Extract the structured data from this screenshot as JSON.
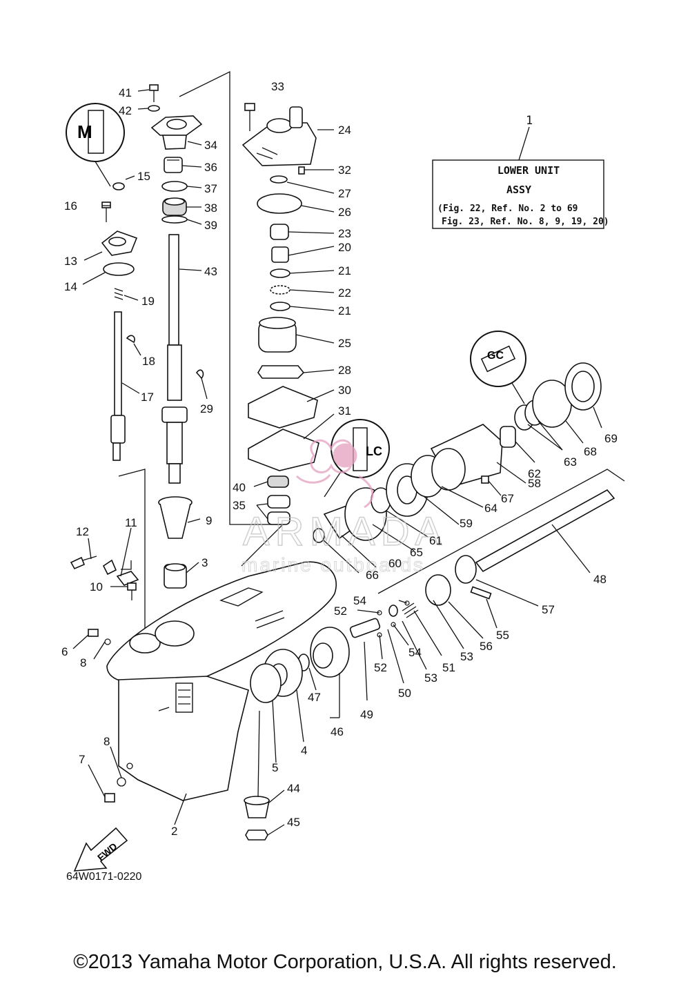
{
  "assembly_note": {
    "ref": "1",
    "line1": "LOWER UNIT",
    "line2": "ASSY",
    "line3": "(Fig. 22, Ref. No. 2 to 69",
    "line4": "Fig. 23, Ref. No. 8, 9, 19, 20)"
  },
  "callouts": {
    "c2": "2",
    "c3": "3",
    "c4": "4",
    "c5": "5",
    "c6": "6",
    "c7": "7",
    "c8a": "8",
    "c8b": "8",
    "c9": "9",
    "c10": "10",
    "c11": "11",
    "c12": "12",
    "c13": "13",
    "c14": "14",
    "c15": "15",
    "c16": "16",
    "c17": "17",
    "c18": "18",
    "c19": "19",
    "c20": "20",
    "c21a": "21",
    "c21b": "21",
    "c22": "22",
    "c23": "23",
    "c24": "24",
    "c25": "25",
    "c26": "26",
    "c27": "27",
    "c28": "28",
    "c29": "29",
    "c30": "30",
    "c31": "31",
    "c32": "32",
    "c33": "33",
    "c34": "34",
    "c35": "35",
    "c36": "36",
    "c37": "37",
    "c38": "38",
    "c39": "39",
    "c40": "40",
    "c41": "41",
    "c42": "42",
    "c43": "43",
    "c44": "44",
    "c45": "45",
    "c46": "46",
    "c47": "47",
    "c48": "48",
    "c49": "49",
    "c50": "50",
    "c51": "51",
    "c52a": "52",
    "c52b": "52",
    "c53a": "53",
    "c53b": "53",
    "c54a": "54",
    "c54b": "54",
    "c55": "55",
    "c56": "56",
    "c57": "57",
    "c58": "58",
    "c59": "59",
    "c60": "60",
    "c61": "61",
    "c62": "62",
    "c63": "63",
    "c64": "64",
    "c65": "65",
    "c66": "66",
    "c67": "67",
    "c68": "68",
    "c69": "69"
  },
  "symbols": {
    "m_mark": "M",
    "gc_mark": "GC",
    "lc_mark": "LC",
    "fwd_arrow": "FWD"
  },
  "watermark": {
    "brand": "ARMADA",
    "tagline": "marine outboards",
    "color": "#e39fc0"
  },
  "drawing_code": "64W0171-0220",
  "copyright": "©2013 Yamaha Motor Corporation, U.S.A. All rights reserved."
}
